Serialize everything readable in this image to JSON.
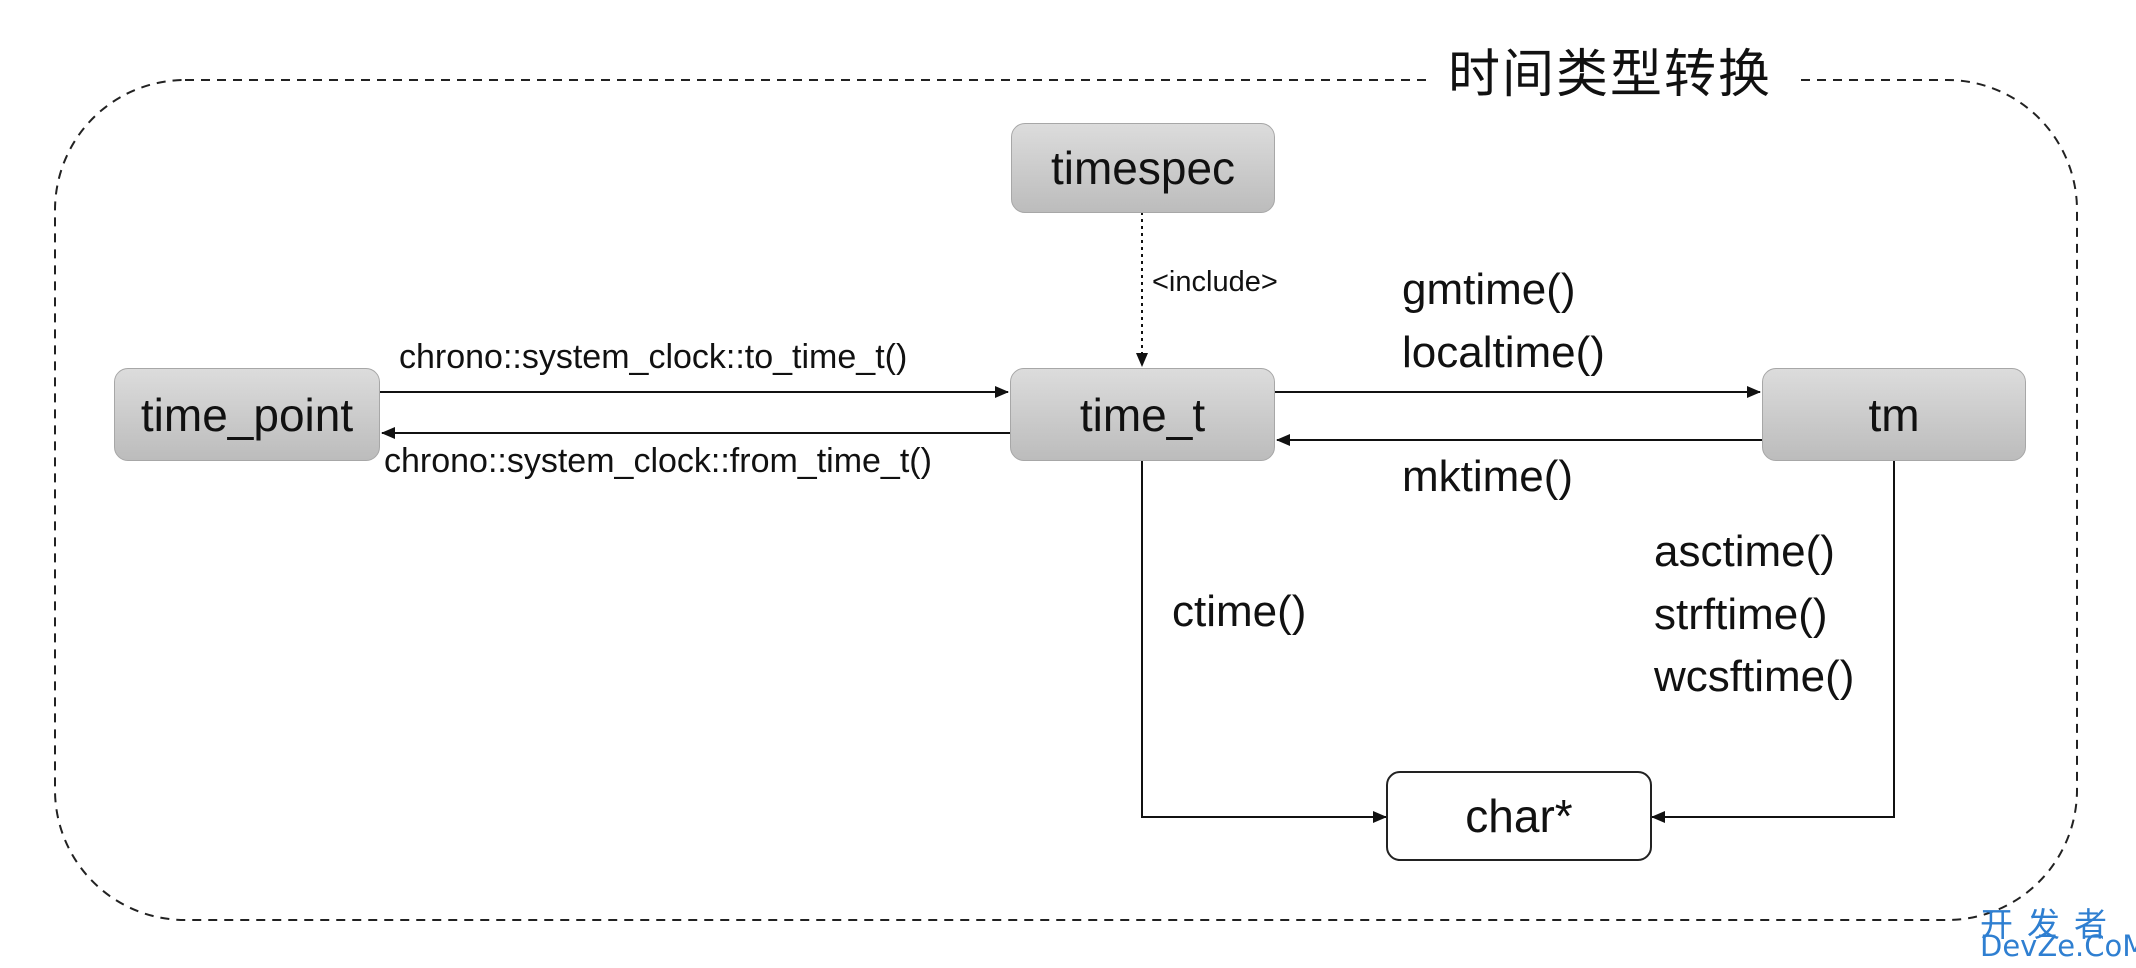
{
  "title": "时间类型转换",
  "nodes": {
    "timespec": "timespec",
    "time_point": "time_point",
    "time_t": "time_t",
    "tm": "tm",
    "char_ptr": "char*"
  },
  "edges": {
    "include": "<include>",
    "to_time_t": "chrono::system_clock::to_time_t()",
    "from_time_t": "chrono::system_clock::from_time_t()",
    "gmtime": "gmtime()",
    "localtime": "localtime()",
    "mktime": "mktime()",
    "ctime": "ctime()",
    "asctime": "asctime()",
    "strftime": "strftime()",
    "wcsftime": "wcsftime()"
  },
  "watermark": {
    "cn": "开发者",
    "en": "DevZe.CoM"
  }
}
